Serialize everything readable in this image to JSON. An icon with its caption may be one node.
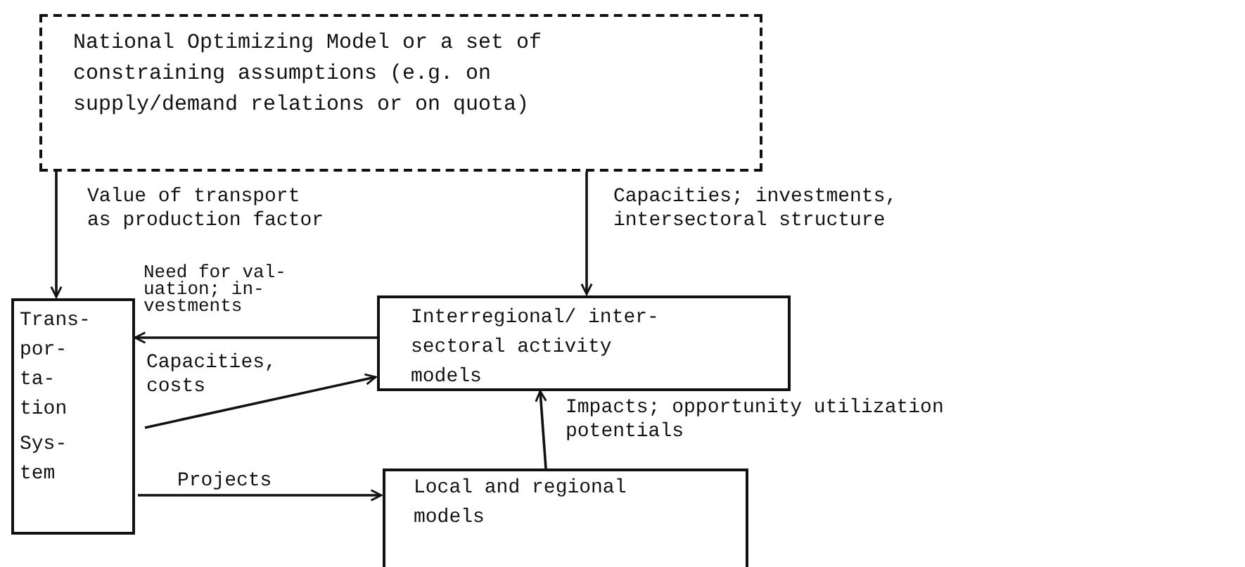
{
  "diagram": {
    "nodes": [
      {
        "text": [
          "National Optimizing Model or a set of constraining assumptions (e.g. on supply/demand relations or on quota)"
        ]
      },
      {
        "text": [
          "Trans- por- ta- tion",
          "Sys- tem"
        ]
      },
      {
        "text": [
          "Interregional/ inter- sectoral activity models"
        ]
      },
      {
        "text": [
          "Local and regional models"
        ]
      }
    ],
    "edges": [
      {
        "from": 0,
        "to": 1,
        "arrow": "to",
        "label": "Value of transport as production factor"
      },
      {
        "from": 0,
        "to": 2,
        "arrow": "to",
        "label": "Capacities; investments, intersectoral structure"
      },
      {
        "from": 2,
        "to": 1,
        "arrow": "to",
        "label": "Need for val- uation; in- vestments"
      },
      {
        "from": 1,
        "to": 2,
        "arrow": "to",
        "label": "Capacities, costs"
      },
      {
        "from": 1,
        "to": 3,
        "arrow": "to",
        "label": "Projects"
      },
      {
        "from": 3,
        "to": 2,
        "arrow": "to",
        "label": "Impacts; opportunity utilization potentials"
      }
    ]
  }
}
